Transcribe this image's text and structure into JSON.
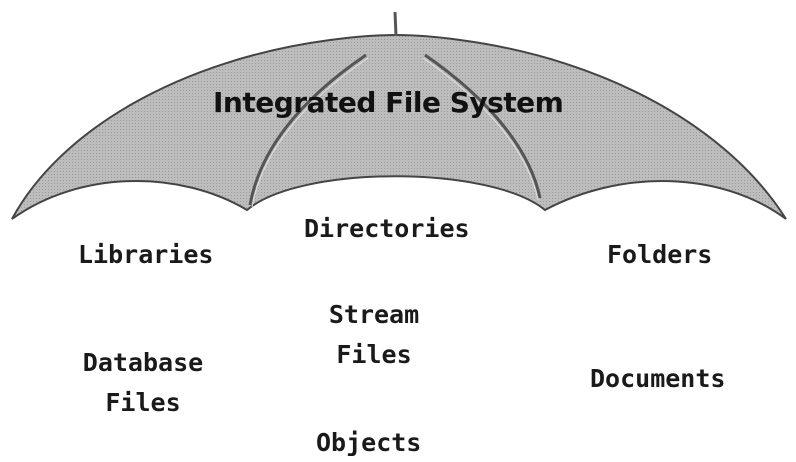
{
  "diagram": {
    "title": "Integrated File System",
    "left_column": {
      "top": "Libraries",
      "bottom_line1": "Database",
      "bottom_line2": "Files"
    },
    "middle_column": {
      "top": "Directories",
      "middle_line1": "Stream",
      "middle_line2": "Files",
      "bottom": "Objects"
    },
    "right_column": {
      "top": "Folders",
      "bottom": "Documents"
    },
    "colors": {
      "canopy_fill": "#b8b8b8",
      "outline": "#444444"
    }
  }
}
